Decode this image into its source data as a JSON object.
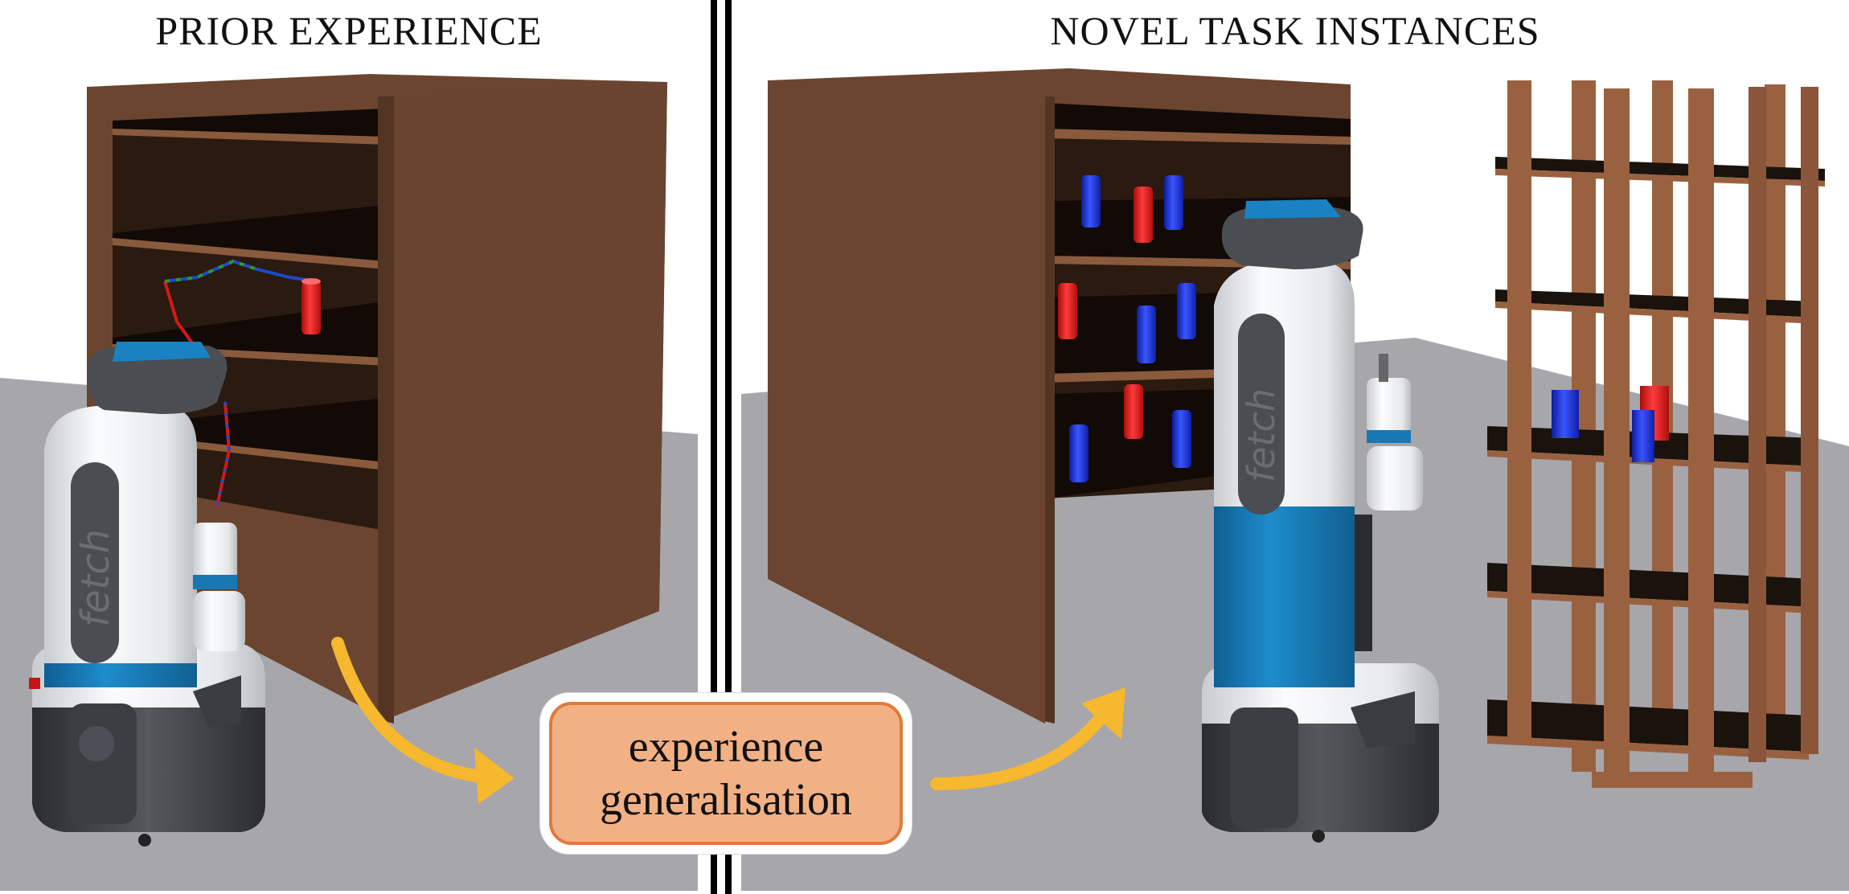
{
  "panels": {
    "left_title": "PRIOR EXPERIENCE",
    "right_title": "NOVEL TASK INSTANCES"
  },
  "box": {
    "line1": "experience",
    "line2": "generalisation"
  },
  "robot_logo": "fetch",
  "colors": {
    "floor": "#a7a6ab",
    "wood": "#6b4530",
    "wood_light": "#9a6141",
    "shelf_dark": "#120a06",
    "robot_white": "#eef0f2",
    "robot_blue": "#1878b4",
    "robot_dark": "#404348",
    "object_red": "#e21717",
    "object_blue": "#1a2fd8",
    "arrow": "#f5b82e",
    "box_fill": "#f2b085",
    "box_border": "#e07a3a"
  },
  "icons": [
    "robot-icon",
    "bookshelf-icon",
    "rack-icon",
    "arrow-icon"
  ]
}
